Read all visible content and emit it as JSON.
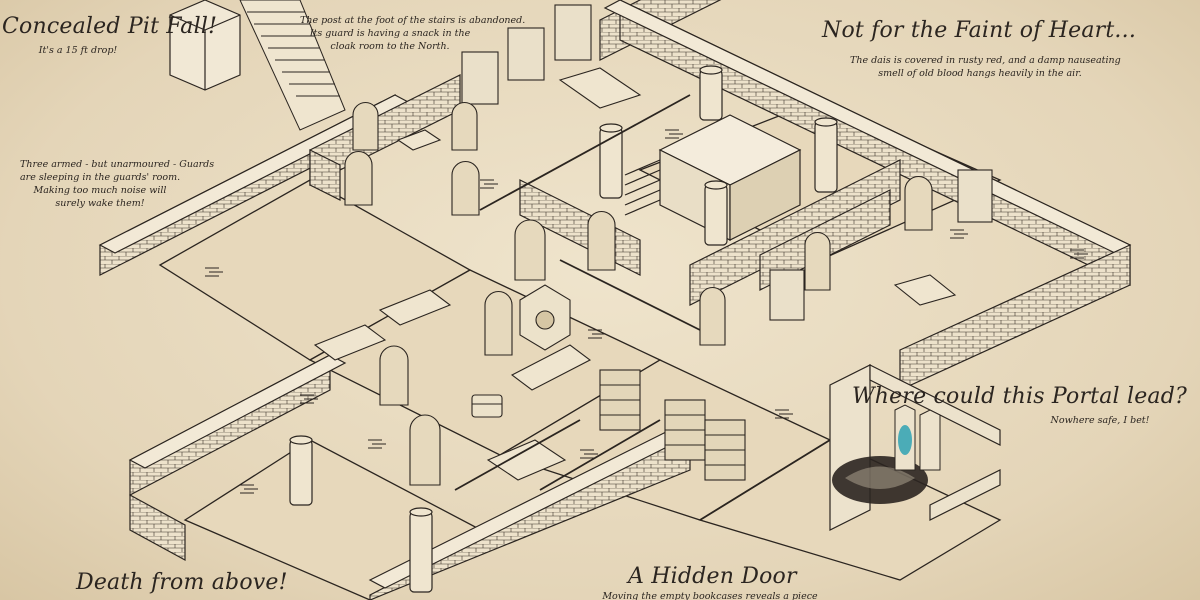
{
  "annotations": {
    "pitfall": {
      "title": "Concealed Pit Fall!",
      "body": "It's a 15 ft drop!"
    },
    "stairs_post": {
      "lines": [
        "The post at the foot of the stairs is abandoned.",
        "Its guard is having a snack in the",
        "cloak room to the North."
      ]
    },
    "faint_heart": {
      "title": "Not for the Faint of Heart...",
      "lines": [
        "The dais is covered in rusty red, and a damp nauseating",
        "smell of old blood hangs heavily in the air."
      ]
    },
    "guards": {
      "lines": [
        "Three armed - but unarmoured - Guards",
        "are sleeping in the guards' room.",
        "Making too much noise will",
        "surely wake them!"
      ]
    },
    "portal": {
      "title": "Where could this Portal lead?",
      "body": "Nowhere safe, I bet!"
    },
    "death_above": {
      "title": "Death from above!"
    },
    "hidden_door": {
      "title": "A Hidden Door",
      "body": "Moving the empty bookcases reveals a piece"
    }
  },
  "colors": {
    "parchment": "#e9dcc3",
    "ink": "#2b2520",
    "stone": "#ede2cb",
    "portal_glow": "#3aa6b5"
  }
}
